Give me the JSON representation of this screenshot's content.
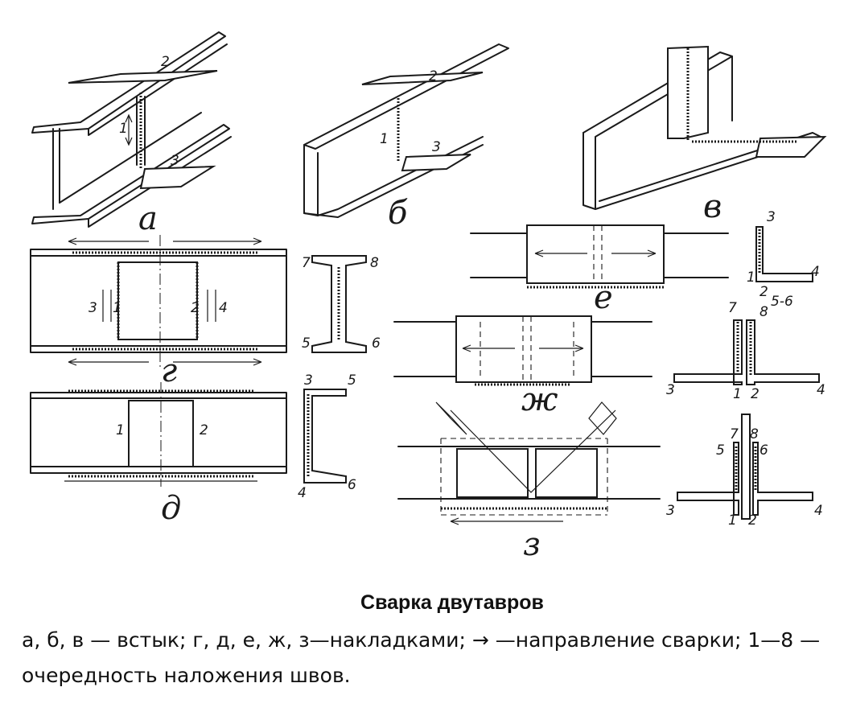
{
  "figure_labels": {
    "a": "а",
    "b": "б",
    "v": "в",
    "g": "г",
    "d": "д",
    "e": "е",
    "zh": "ж",
    "z": "з"
  },
  "seam_numbers": {
    "a": [
      "1",
      "2",
      "3"
    ],
    "b": [
      "1",
      "2",
      "3"
    ],
    "g": [
      "3",
      "1",
      "2",
      "4"
    ],
    "g_section": [
      "7",
      "8",
      "5",
      "6"
    ],
    "d": [
      "1",
      "2"
    ],
    "d_section": [
      "3",
      "5",
      "4",
      "6"
    ],
    "e_section": [
      "3",
      "1",
      "2",
      "4"
    ],
    "zh_section": [
      "7",
      "8",
      "5-6",
      "3",
      "1",
      "2",
      "4"
    ],
    "z_section": [
      "7",
      "8",
      "5",
      "6",
      "3",
      "1",
      "2",
      "4"
    ]
  },
  "caption": {
    "title": "Сварка двутавров",
    "text": "а, б, в — встык; г, д, е, ж, з—накладками; → —направление сварки; 1—8 —очередность наложения швов."
  }
}
